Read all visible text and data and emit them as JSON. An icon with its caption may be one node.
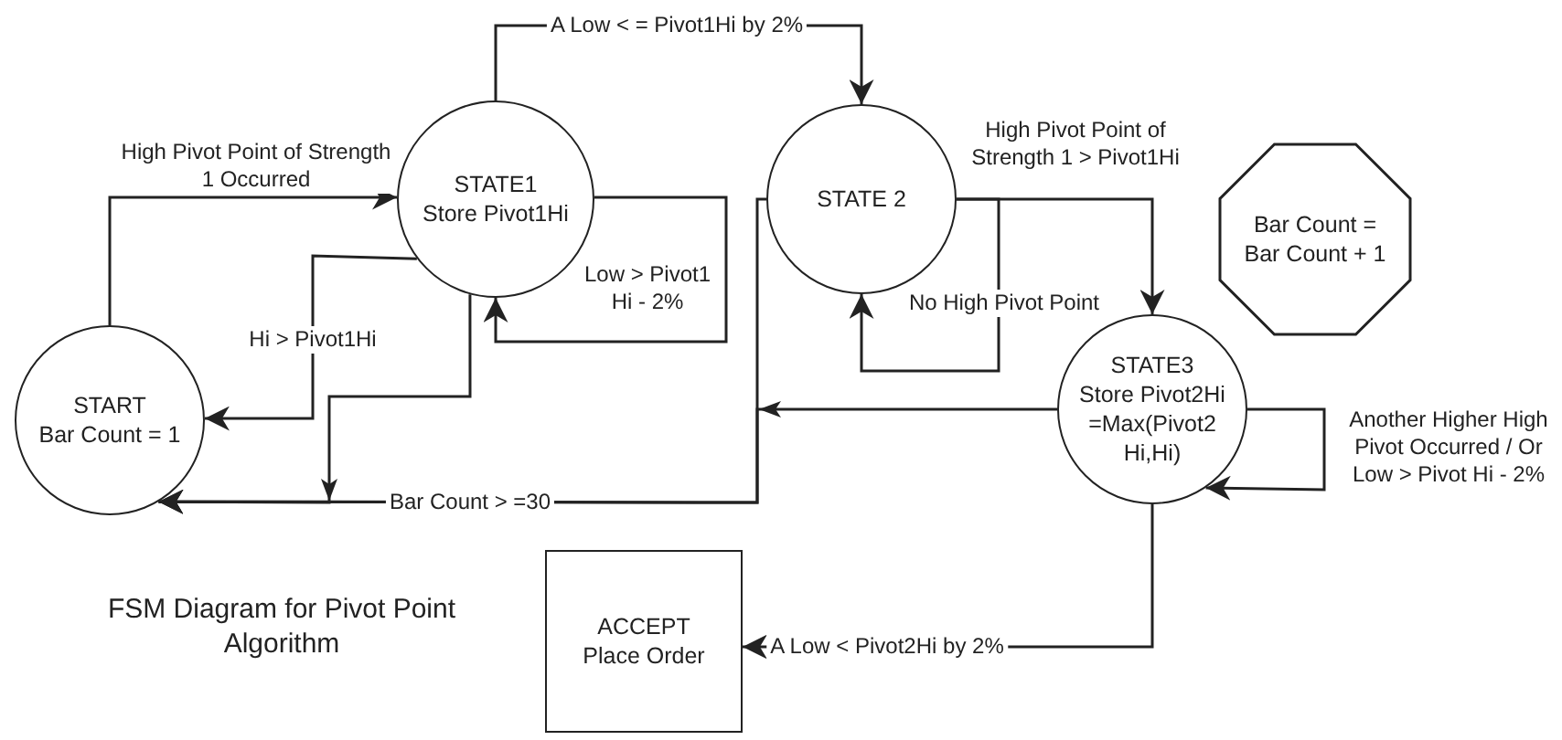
{
  "diagram": {
    "caption": "FSM Diagram for Pivot Point Algorithm",
    "nodes": [
      {
        "text": [
          "START",
          "Bar Count = 1"
        ]
      },
      {
        "text": [
          "STATE1",
          "Store Pivot1Hi"
        ]
      },
      {
        "text": [
          "STATE 2"
        ]
      },
      {
        "text": [
          "Bar Count = Bar Count + 1"
        ]
      },
      {
        "text": [
          "STATE3",
          "Store Pivot2Hi =Max(Pivot2 Hi,Hi)"
        ]
      },
      {
        "text": [
          "ACCEPT",
          "Place Order"
        ]
      }
    ],
    "edges": [
      {
        "from": 0,
        "to": 1,
        "arrow": "to",
        "label": "High Pivot Point of Strength 1 Occurred"
      },
      {
        "from": 1,
        "to": 0,
        "arrow": "to",
        "label": "Hi > Pivot1Hi"
      },
      {
        "from": 1,
        "to": 1,
        "arrow": "to",
        "label": "Low > Pivot1 Hi - 2%"
      },
      {
        "from": 1,
        "to": 2,
        "arrow": "to",
        "label": "A Low < = Pivot1Hi by 2%"
      },
      {
        "from": 2,
        "to": 2,
        "arrow": "to",
        "label": "No High Pivot Point"
      },
      {
        "from": 2,
        "to": 4,
        "arrow": "to",
        "label": "High Pivot Point of Strength 1 > Pivot1Hi"
      },
      {
        "from": 1,
        "to": 0,
        "arrow": "to"
      },
      {
        "from": 2,
        "to": 0,
        "arrow": "to",
        "label": "Bar Count > =30"
      },
      {
        "from": 4,
        "to": 0,
        "arrow": "to"
      },
      {
        "from": 4,
        "to": 4,
        "arrow": "to",
        "label": "Another Higher High Pivot Occurred / Or Low > Pivot Hi - 2%"
      },
      {
        "from": 4,
        "to": 5,
        "arrow": "to",
        "label": "A Low < Pivot2Hi by 2%"
      }
    ]
  }
}
